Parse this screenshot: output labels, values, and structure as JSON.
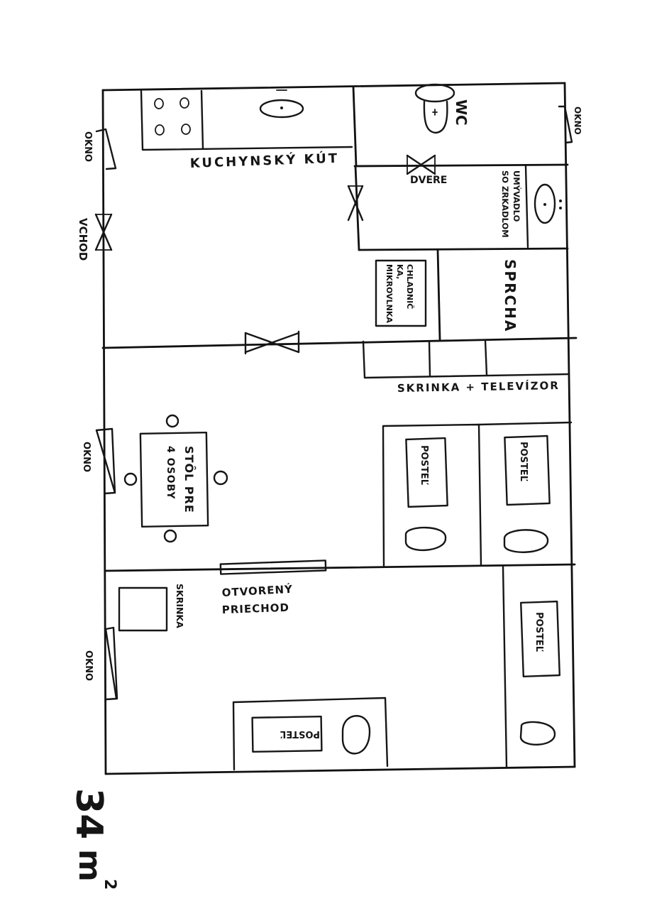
{
  "labels": {
    "kitchen": "KUCHYNSKÝ KÚT",
    "wc": "WC",
    "window_wc": "OKNO",
    "door": "DVERE",
    "washbasin_line1": "UMÝVADLO",
    "washbasin_line2": "SO ZRKADLOM",
    "window_kitchen": "OKNO",
    "entrance": "VCHOD",
    "fridge_line1": "CHLADNIČ",
    "fridge_line2": "KA,",
    "fridge_line3": "MIKROVLNKA",
    "shower": "SPRCHA",
    "cabinet_tv": "SKRINKA + TELEVÍZOR",
    "window_living": "OKNO",
    "table_line1": "STÔL PRE",
    "table_line2": "4 OSOBY",
    "bed_1": "POSTEĽ",
    "bed_2": "POSTEĽ",
    "open_passage_line1": "OTVORENÝ",
    "open_passage_line2": "PRIECHOD",
    "cabinet": "SKRINKA",
    "window_bedroom": "OKNO",
    "bed_3": "POSTEĽ",
    "bed_4": "POSTEĽ",
    "area_number": "34",
    "area_unit": "m",
    "area_exponent": "2"
  }
}
